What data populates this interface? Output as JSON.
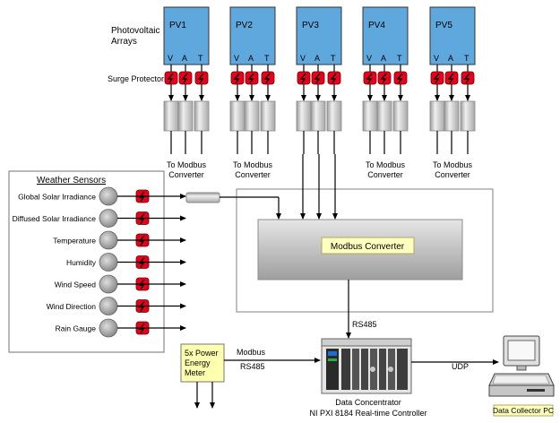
{
  "labels": {
    "photovoltaic_line1": "Photovoltaic",
    "photovoltaic_line2": "Arrays",
    "surge_protector": "Surge Protector",
    "weather_sensors_title": "Weather Sensors",
    "modbus_converter": "Modbus Converter",
    "rs485_vertical": "RS485",
    "modbus": "Modbus",
    "rs485_meter": "RS485",
    "udp": "UDP",
    "power_meter_line1": "5x Power",
    "power_meter_line2": "Energy",
    "power_meter_line3": "Meter",
    "data_concentrator_line1": "Data Concentrator",
    "data_concentrator_line2": "NI PXI 8184 Real-time Controller",
    "data_collector_pc": "Data Collector PC"
  },
  "pv_arrays": [
    {
      "name": "PV1",
      "terminals": [
        "V",
        "A",
        "T"
      ],
      "caption": null
    },
    {
      "name": "PV2",
      "terminals": [
        "V",
        "A",
        "T"
      ],
      "caption": [
        "To Modbus",
        "Converter"
      ]
    },
    {
      "name": "PV3",
      "terminals": [
        "V",
        "A",
        "T"
      ],
      "caption": null
    },
    {
      "name": "PV4",
      "terminals": [
        "V",
        "A",
        "T"
      ],
      "caption": [
        "To Modbus",
        "Converter"
      ]
    },
    {
      "name": "PV5",
      "terminals": [
        "V",
        "A",
        "T"
      ],
      "caption": [
        "To Modbus",
        "Converter"
      ]
    }
  ],
  "pv1_caption": [
    "To Modbus",
    "Converter"
  ],
  "sensors": [
    "Global Solar Irradiance",
    "Diffused Solar Irradiance",
    "Temperature",
    "Humidity",
    "Wind Speed",
    "Wind Direction",
    "Rain Gauge"
  ],
  "colors": {
    "pv_panel": "#5fa8de",
    "surge_protector": "#e8001c",
    "converter_label_bg": "#ffffc0",
    "meter_bg": "#ffffb0",
    "sensor_knob": "#b8b8b8",
    "line": "#000000"
  }
}
